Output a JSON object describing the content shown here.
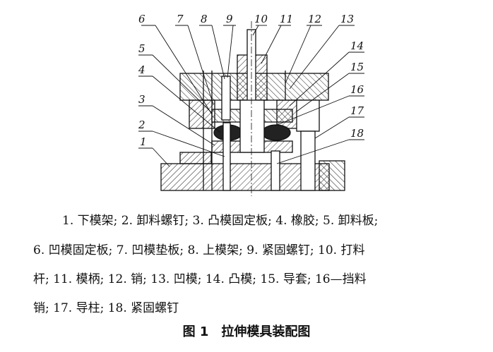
{
  "labels": [
    "6",
    "7",
    "8",
    "9",
    "10",
    "11",
    "12",
    "13",
    "14",
    "15",
    "5",
    "4",
    "3",
    "2",
    "1",
    "16",
    "17",
    "18"
  ],
  "legend_lines": [
    "1. 下模架; 2. 卸料螺钉; 3. 凸模固定板; 4. 橡胶; 5. 卸料板;",
    "6. 凹模固定板; 7. 凹模垫板; 8. 上模架; 9. 紧固螺钉; 10. 打料",
    "杆; 11. 模柄; 12. 销; 13. 凹模; 14. 凸模; 15. 导套; 16—挡料",
    "销; 17. 导柱; 18. 紧固螺钉"
  ],
  "caption": {
    "number": "图 1",
    "title": "拉伸模具装配图"
  }
}
